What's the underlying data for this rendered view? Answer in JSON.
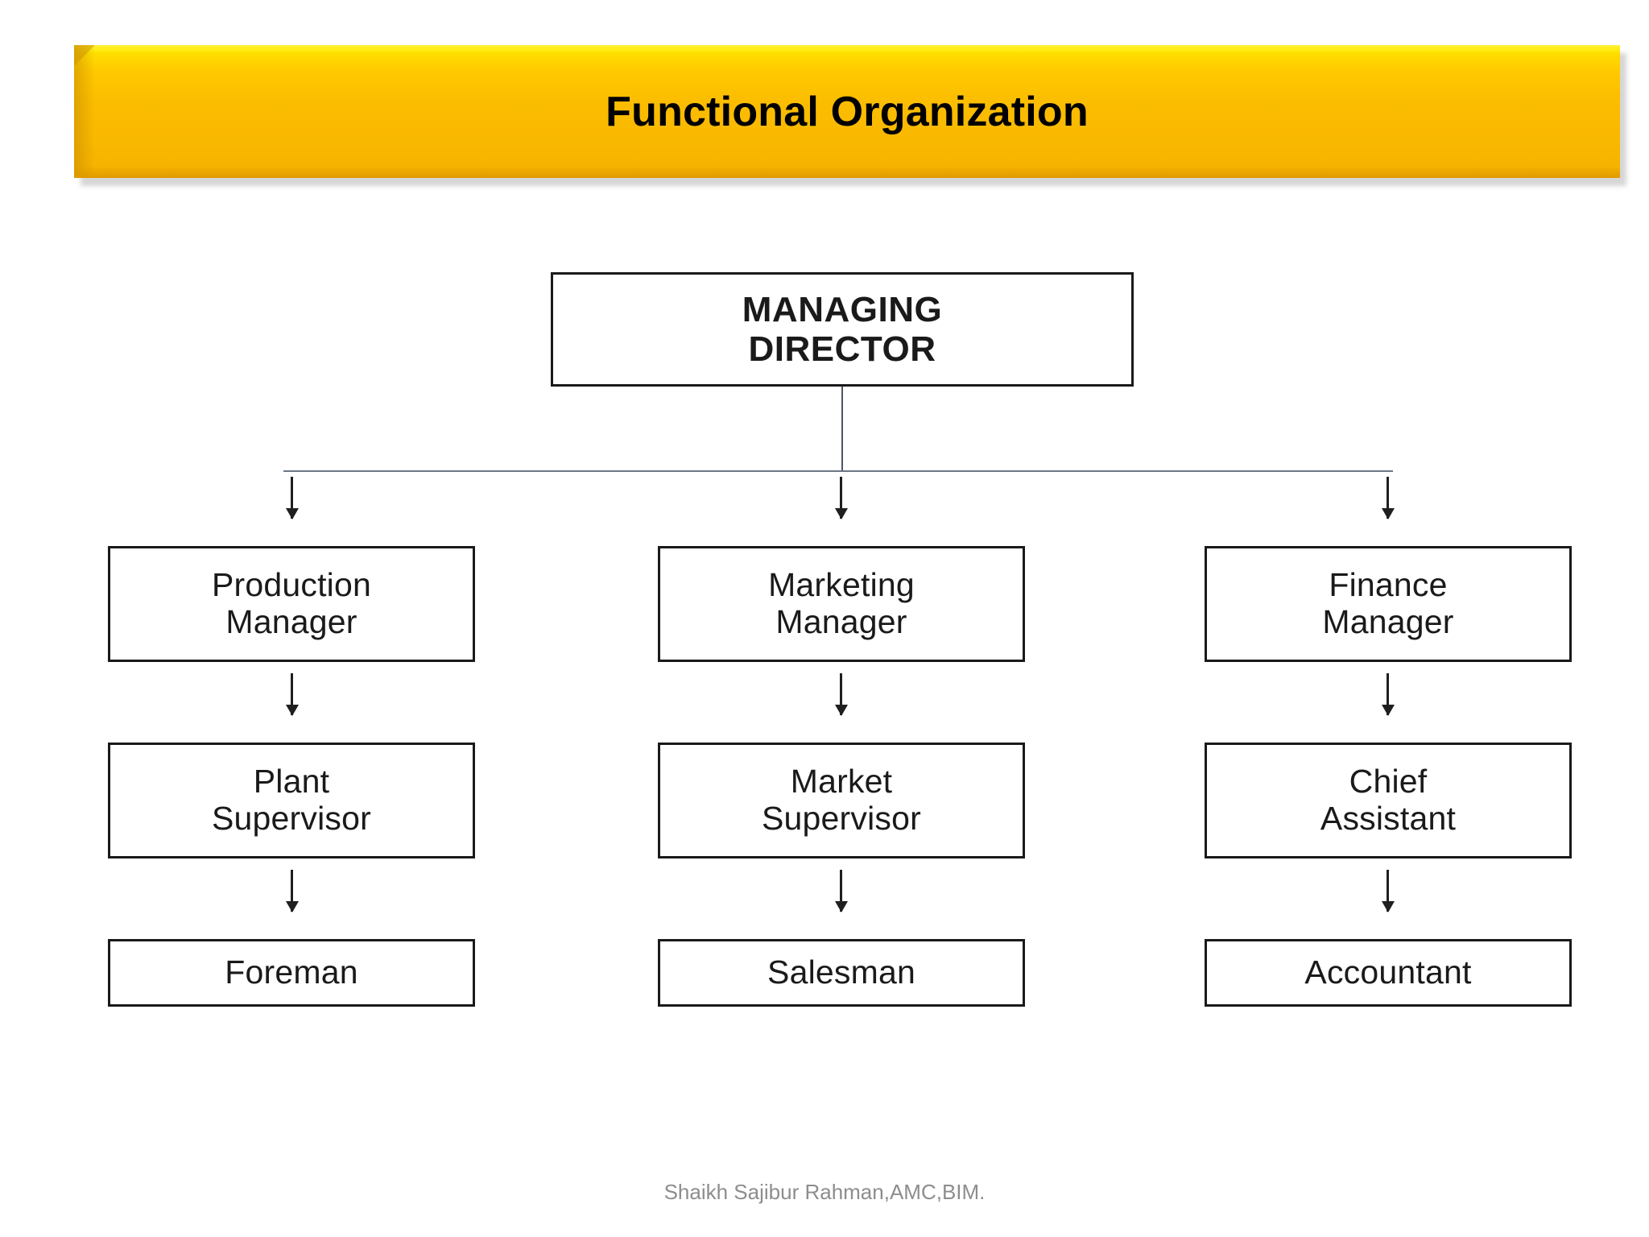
{
  "slide": {
    "title": "Functional Organization",
    "footer_credit": "Shaikh Sajibur Rahman,AMC,BIM.",
    "banner_color": "#F9B800",
    "banner_highlight_color": "#FFE200",
    "title_color": "#000000",
    "footer_color": "#8d8d8d",
    "background_color": "#FFFFFF"
  },
  "org_chart": {
    "type": "org-hierarchy",
    "root": {
      "line1": "MANAGING",
      "line2": "DIRECTOR"
    },
    "branches": [
      {
        "level1_line1": "Production",
        "level1_line2": "Manager",
        "level2_line1": "Plant",
        "level2_line2": "Supervisor",
        "level3_line1": "Foreman",
        "level3_line2": ""
      },
      {
        "level1_line1": "Marketing",
        "level1_line2": "Manager",
        "level2_line1": "Market",
        "level2_line2": "Supervisor",
        "level3_line1": "Salesman",
        "level3_line2": ""
      },
      {
        "level1_line1": "Finance",
        "level1_line2": "Manager",
        "level2_line1": "Chief",
        "level2_line2": "Assistant",
        "level3_line1": "Accountant",
        "level3_line2": ""
      }
    ],
    "box_border_color": "#1a1a1a",
    "connector_color": "#6b7585",
    "arrow_color": "#1f1f1f"
  }
}
